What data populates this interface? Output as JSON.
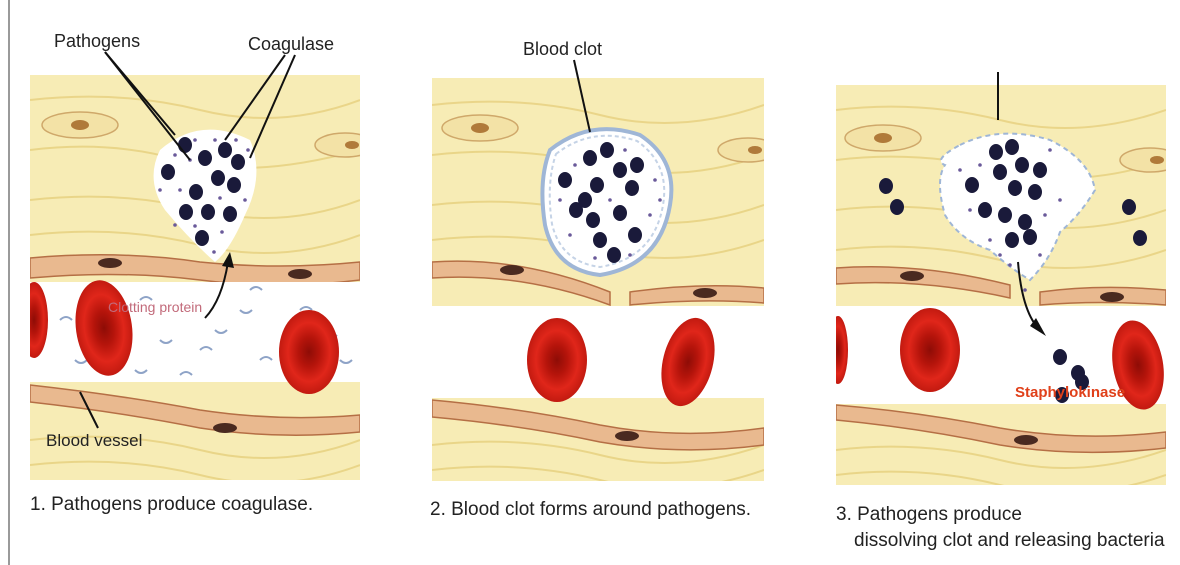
{
  "panels": [
    {
      "labels": {
        "pathogens": "Pathogens",
        "coagulase": "Coagulase",
        "clotting_protein": "Clotting protein",
        "blood_vessel": "Blood vessel"
      },
      "caption": "1. Pathogens produce coagulase."
    },
    {
      "labels": {
        "blood_clot": "Blood clot"
      },
      "caption": "2. Blood clot forms around pathogens."
    },
    {
      "labels": {
        "staphylokinase": "Staphylokinase"
      },
      "caption_line1": "3. Pathogens produce",
      "caption_line2": "dissolving clot and releasing bacteria"
    }
  ],
  "colors": {
    "tissue": "#f7ecb5",
    "fiber": "#e8d68c",
    "vessel_wall": "#e9b98f",
    "vessel_wall_edge": "#b56f45",
    "red_cell": "#d81e12",
    "red_cell_center": "#a50f08",
    "bacteria": "#1a1a3a",
    "clot_outline": "#9fb6d6",
    "protein": "#8ea3c7",
    "staph_label": "#e0401a",
    "clot_label": "#c26a7a"
  }
}
